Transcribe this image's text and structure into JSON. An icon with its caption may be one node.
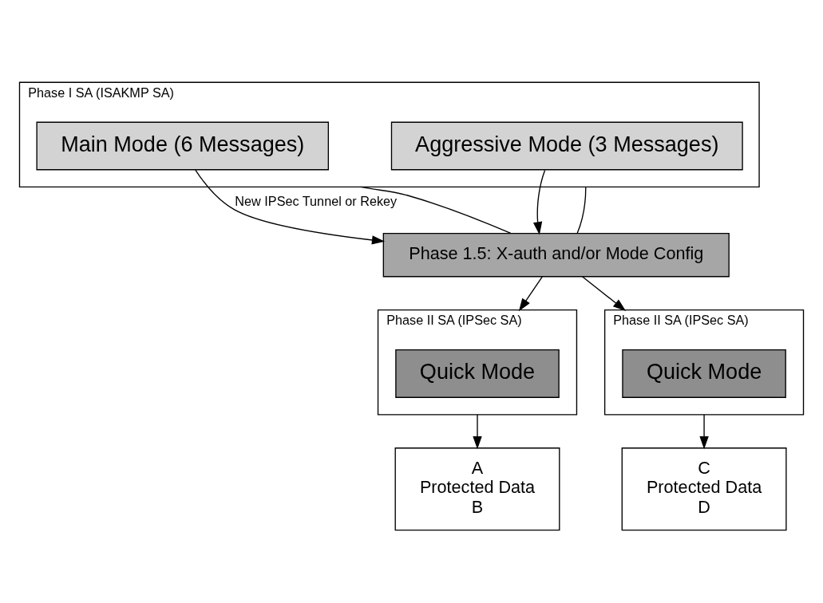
{
  "diagram": {
    "nodes": [
      {
        "text": [
          "Phase I SA (ISAKMP SA)"
        ]
      },
      {
        "text": [
          "Main Mode (6 Messages)"
        ],
        "in": 0
      },
      {
        "text": [
          "Aggressive Mode (3 Messages)"
        ],
        "in": 0
      },
      {
        "text": [
          "Phase 1.5: X-auth and/or Mode Config"
        ]
      },
      {
        "text": [
          "Phase II SA (IPSec SA)"
        ]
      },
      {
        "text": [
          "Quick Mode"
        ],
        "in": 4
      },
      {
        "text": [
          "Phase II SA (IPSec SA)"
        ]
      },
      {
        "text": [
          "Quick Mode"
        ],
        "in": 6
      },
      {
        "text": [
          "A",
          "Protected Data",
          "B"
        ]
      },
      {
        "text": [
          "C",
          "Protected Data",
          "D"
        ]
      }
    ],
    "edges": [
      {
        "from": 1,
        "to": 3,
        "arrow": "to",
        "label": "New IPSec Tunnel or Rekey"
      },
      {
        "from": 2,
        "to": 3,
        "arrow": "to"
      },
      {
        "from": 0,
        "to": 3,
        "arrow": "none"
      },
      {
        "from": 0,
        "to": 3,
        "arrow": "none"
      },
      {
        "from": 3,
        "to": 4,
        "arrow": "to"
      },
      {
        "from": 3,
        "to": 6,
        "arrow": "to"
      },
      {
        "from": 4,
        "to": 8,
        "arrow": "to"
      },
      {
        "from": 6,
        "to": 9,
        "arrow": "to"
      }
    ]
  }
}
